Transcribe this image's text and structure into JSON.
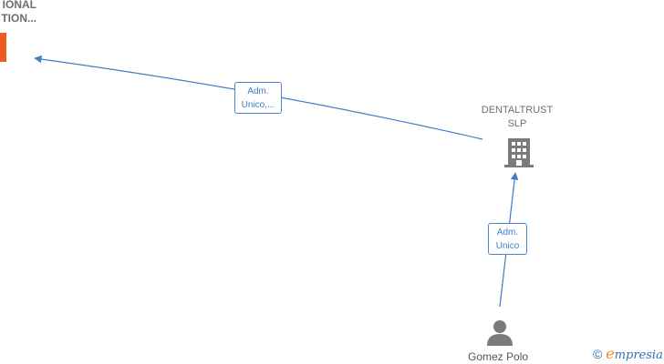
{
  "nodes": {
    "top_left_company": {
      "line1": "IONAL",
      "line2": "TION...",
      "color": "#f05a22"
    },
    "dentaltrust": {
      "line1": "DENTALTRUST",
      "line2": "SLP",
      "color": "#7a7a7a"
    },
    "person": {
      "name": "Gomez Polo",
      "color": "#7a7a7a"
    }
  },
  "edges": [
    {
      "label_line1": "Adm.",
      "label_line2": "Unico,..."
    },
    {
      "label_line1": "Adm.",
      "label_line2": "Unico"
    }
  ],
  "colors": {
    "edge": "#3f7dc9"
  },
  "footer": {
    "copyright_symbol": "©",
    "brand_initial": "e",
    "brand_rest": "mpresia"
  }
}
